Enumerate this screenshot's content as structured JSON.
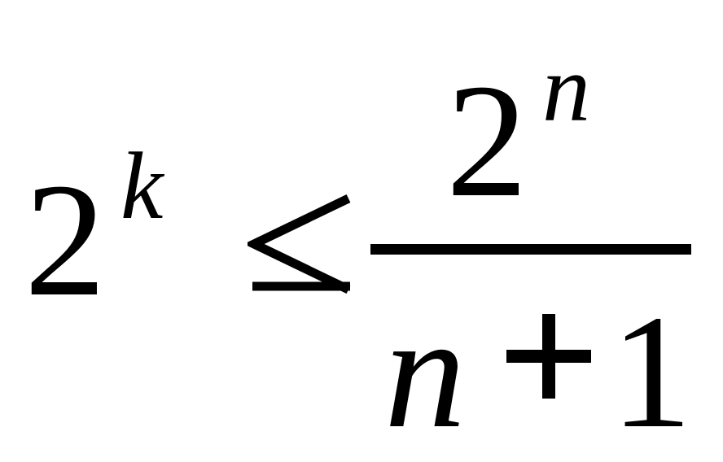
{
  "inequality": {
    "lhs": {
      "base": "2",
      "exponent": "k"
    },
    "relation": "≤",
    "rhs": {
      "numerator": {
        "base": "2",
        "exponent": "n"
      },
      "denominator": {
        "variable": "n",
        "operator": "+",
        "constant": "1"
      }
    }
  }
}
